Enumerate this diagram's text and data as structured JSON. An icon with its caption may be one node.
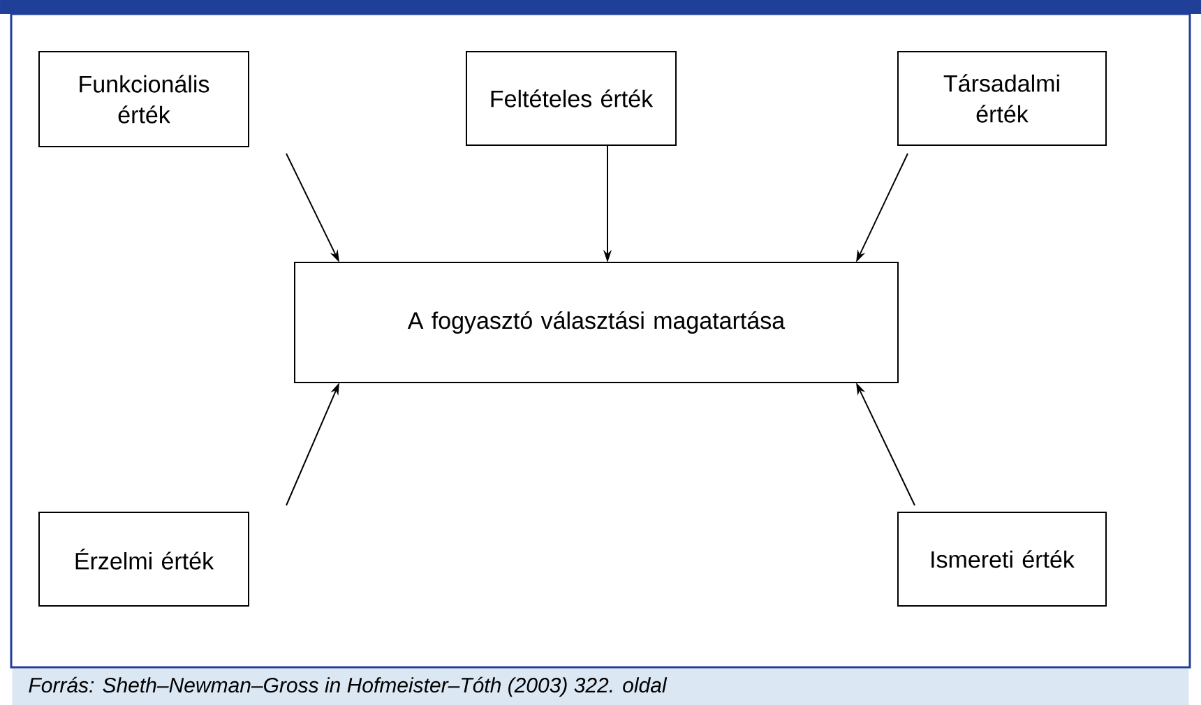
{
  "diagram": {
    "caption": "Forrás: Sheth–Newman–Gross in Hofmeister–Tóth (2003) 322. oldal",
    "nodes": [
      {
        "text": [
          "Funkcionális érték"
        ]
      },
      {
        "text": [
          "Feltételes érték"
        ]
      },
      {
        "text": [
          "Társadalmi érték"
        ]
      },
      {
        "text": [
          "A fogyasztó választási magatartása"
        ]
      },
      {
        "text": [
          "Érzelmi érték"
        ]
      },
      {
        "text": [
          "Ismereti érték"
        ]
      }
    ],
    "edges": [
      {
        "from": 0,
        "to": 3,
        "arrow": "to"
      },
      {
        "from": 1,
        "to": 3,
        "arrow": "to"
      },
      {
        "from": 2,
        "to": 3,
        "arrow": "to"
      },
      {
        "from": 4,
        "to": 3,
        "arrow": "to"
      },
      {
        "from": 5,
        "to": 3,
        "arrow": "to"
      }
    ]
  }
}
